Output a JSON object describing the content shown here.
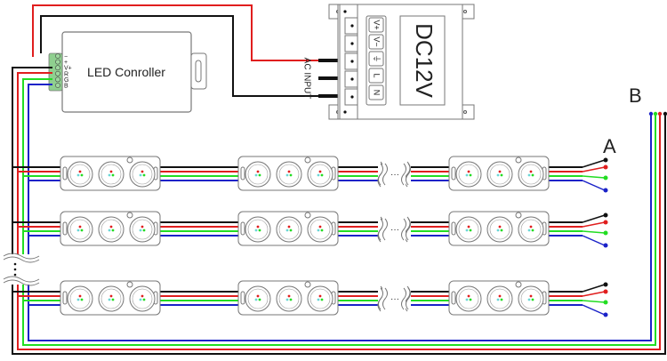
{
  "controller": {
    "label": "LED Conroller",
    "terminals": [
      "−",
      "+",
      "V+",
      "R",
      "G",
      "B"
    ]
  },
  "power_supply": {
    "label": "DC12V",
    "input_label": "AC INPUT",
    "terminal_symbols": [
      "V+",
      "V−",
      "⏚",
      "L",
      "N"
    ]
  },
  "labels": {
    "a": "A",
    "b": "B",
    "ellipsis": "···"
  },
  "colors": {
    "black": "#111111",
    "red": "#e01e1e",
    "green": "#22dd22",
    "blue": "#1a22c8",
    "outline": "#555555",
    "terminal_block": "#8fcf8f"
  },
  "rows": [
    {
      "modules_visible": 3
    },
    {
      "modules_visible": 3
    },
    {
      "modules_visible": 3
    }
  ]
}
